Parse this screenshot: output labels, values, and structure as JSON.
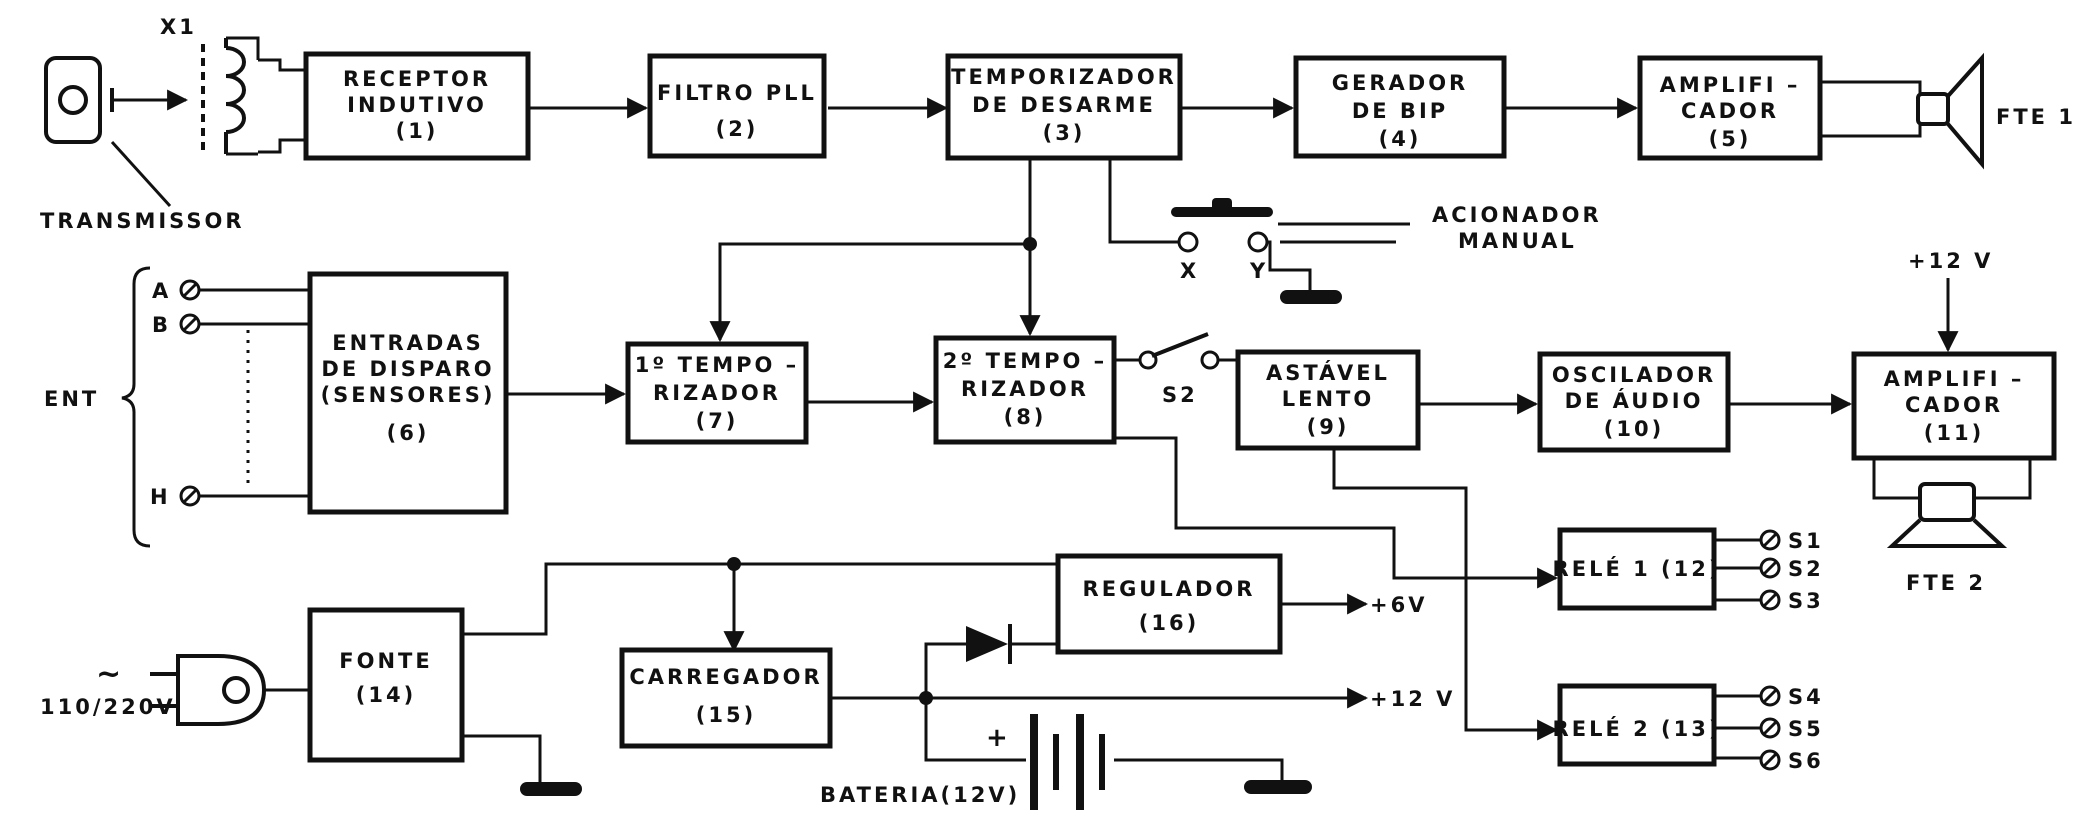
{
  "blocks": {
    "b1": [
      "RECEPTOR",
      "INDUTIVO",
      "(1)"
    ],
    "b2": [
      "FILTRO PLL",
      "(2)"
    ],
    "b3": [
      "TEMPORIZADOR",
      "DE DESARME",
      "(3)"
    ],
    "b4": [
      "GERADOR",
      "DE BIP",
      "(4)"
    ],
    "b5": [
      "AMPLIFI –",
      "CADOR",
      "(5)"
    ],
    "b6": [
      "ENTRADAS",
      "DE DISPARO",
      "(SENSORES)",
      "(6)"
    ],
    "b7": [
      "1º TEMPO –",
      "RIZADOR",
      "(7)"
    ],
    "b8": [
      "2º TEMPO –",
      "RIZADOR",
      "(8)"
    ],
    "b9": [
      "ASTÁVEL",
      "LENTO",
      "(9)"
    ],
    "b10": [
      "OSCILADOR",
      "DE ÁUDIO",
      "(10)"
    ],
    "b11": [
      "AMPLIFI –",
      "CADOR",
      "(11)"
    ],
    "b12": [
      "RELÉ 1 (12)"
    ],
    "b13": [
      "RELÉ 2 (13)"
    ],
    "b14": [
      "FONTE",
      "(14)"
    ],
    "b15": [
      "CARREGADOR",
      "(15)"
    ],
    "b16": [
      "REGULADOR",
      "(16)"
    ]
  },
  "labels": {
    "x1": "X1",
    "transmissor": "TRANSMISSOR",
    "fte1": "FTE 1",
    "fte2": "FTE 2",
    "acionador": [
      "ACIONADOR",
      "MANUAL"
    ],
    "x": "X",
    "y": "Y",
    "plus12_top": "+12 V",
    "s2_switch": "S2",
    "ent": "ENT",
    "in_a": "A",
    "in_b": "B",
    "in_h": "H",
    "out_s1": "S1",
    "out_s2": "S2",
    "out_s3": "S3",
    "out_s4": "S4",
    "out_s5": "S5",
    "out_s6": "S6",
    "plus6": "+6V",
    "plus12": "+12 V",
    "ac_symbol": "~",
    "mains": "110/220V",
    "bateria": "BATERIA(12V)",
    "plus_sign": "+"
  }
}
